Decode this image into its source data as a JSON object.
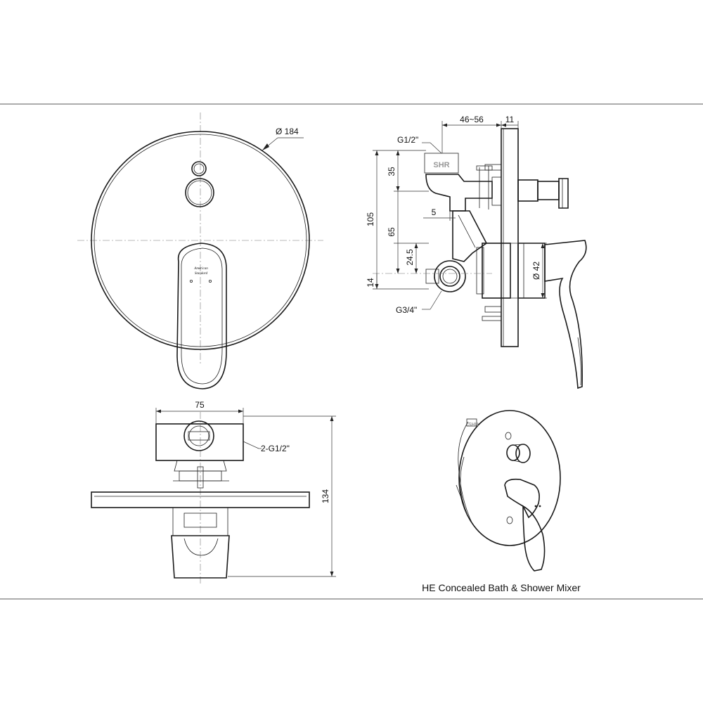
{
  "labels": {
    "dia_184": "Ø 184",
    "g12_top": "G1/2\"",
    "d46_56": "46~56",
    "d11": "11",
    "d35": "35",
    "d105": "105",
    "d5": "5",
    "d65": "65",
    "d24_5": "24.5",
    "d14": "14",
    "dia_42": "Ø 42",
    "g34": "G3/4\"",
    "d75": "75",
    "g12_2": "2-G1/2\"",
    "d134": "134",
    "shr": "SHR",
    "caption": "HE Concealed Bath & Shower Mixer"
  },
  "brand": {
    "line1": "American",
    "line2": "Standard"
  }
}
